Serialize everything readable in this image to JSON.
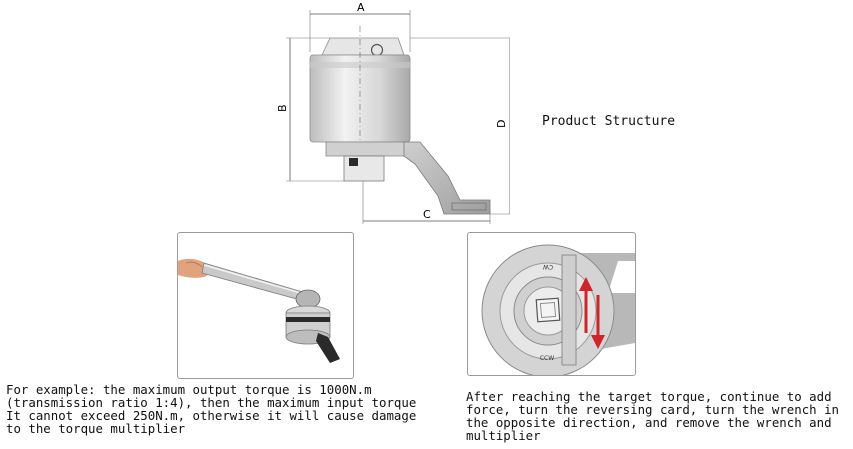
{
  "diagram": {
    "labels": {
      "a": "A",
      "b": "B",
      "c": "C",
      "d": "D"
    },
    "title": "Product Structure"
  },
  "photo_right": {
    "cw_label": "CW",
    "ccw_label": "CCW"
  },
  "text_left": [
    "For example: the maximum output torque is 1000N.m",
    "(transmission ratio 1:4), then the maximum input torque",
    "It cannot exceed 250N.m, otherwise it will cause damage",
    "to the torque multiplier"
  ],
  "text_right": [
    "After reaching the target torque, continue to add",
    "force, turn the reversing card, turn the wrench in",
    "the opposite direction, and remove the wrench and",
    "multiplier"
  ],
  "colors": {
    "arrow": "#d2232a",
    "metal": "#d9d9d9",
    "dark": "#2a2a2a"
  }
}
